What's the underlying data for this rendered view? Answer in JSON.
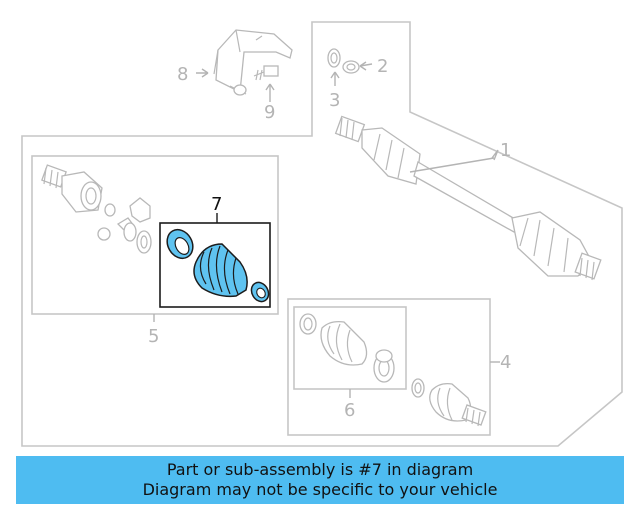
{
  "diagram": {
    "callouts": {
      "c1": "1",
      "c2": "2",
      "c3": "3",
      "c4": "4",
      "c5": "5",
      "c6": "6",
      "c7": "7",
      "c8": "8",
      "c9": "9"
    },
    "highlighted_part": "7"
  },
  "banner": {
    "line1": "Part or sub-assembly is #7 in diagram",
    "line2": "Diagram may not be specific to your vehicle"
  },
  "colors": {
    "highlight": "#5fc3f0",
    "banner": "#4ebcf1",
    "line_gray": "#b8b8b8"
  }
}
